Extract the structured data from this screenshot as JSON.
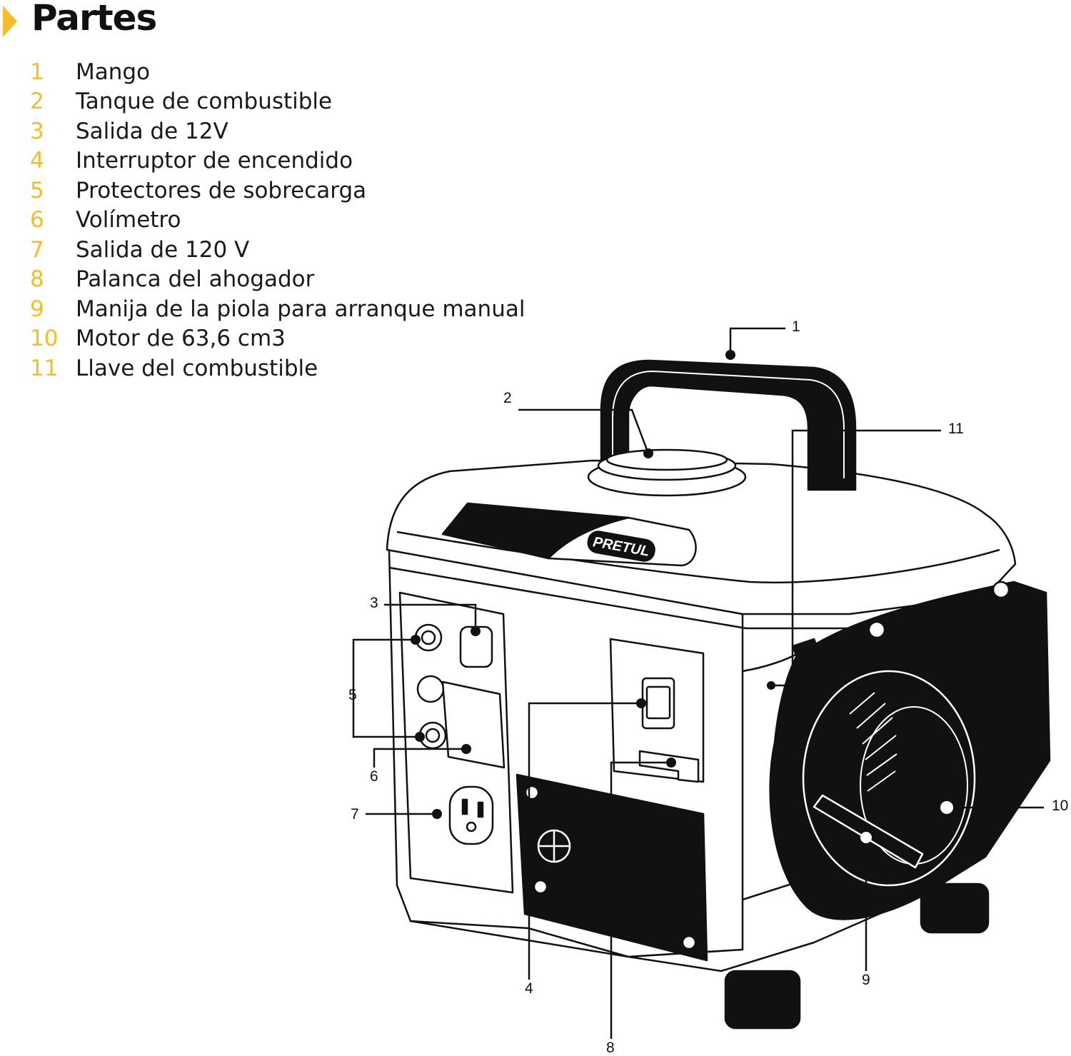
{
  "title": "Partes",
  "accent_color": "#f5bd28",
  "parts": [
    {
      "num": "1",
      "label": "Mango"
    },
    {
      "num": "2",
      "label": "Tanque de combustible"
    },
    {
      "num": "3",
      "label": "Salida de 12V"
    },
    {
      "num": "4",
      "label": "Interruptor de encendido"
    },
    {
      "num": "5",
      "label": "Protectores de sobrecarga"
    },
    {
      "num": "6",
      "label": "Volímetro"
    },
    {
      "num": "7",
      "label": "Salida de 120 V"
    },
    {
      "num": "8",
      "label": "Palanca del ahogador"
    },
    {
      "num": "9",
      "label": "Manija de la piola para arranque manual"
    },
    {
      "num": "10",
      "label": "Motor de 63,6 cm3"
    },
    {
      "num": "11",
      "label": "Llave del combustible"
    }
  ],
  "brand_logo": "PRETUL"
}
